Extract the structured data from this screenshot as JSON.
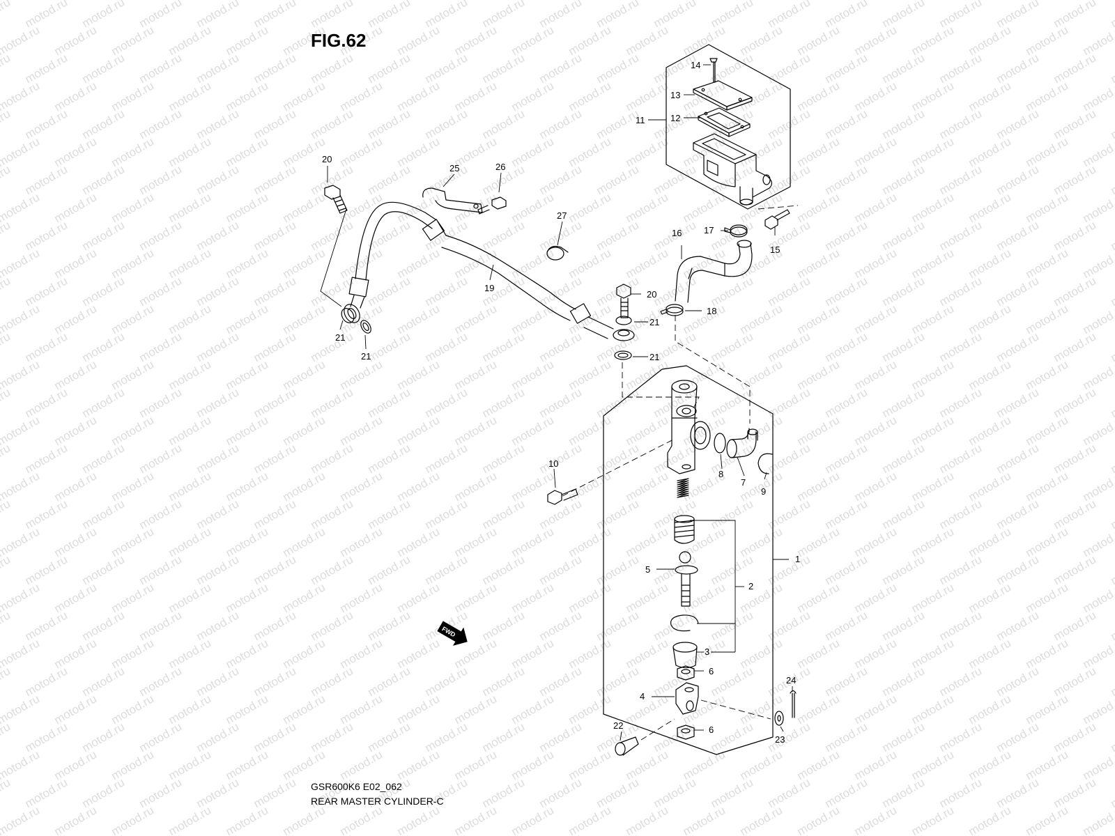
{
  "figure": {
    "title": "FIG.62",
    "model_code": "GSR600K6 E02_062",
    "caption": "REAR MASTER CYLINDER-C"
  },
  "watermark": {
    "text": "motod.ru",
    "color": "#dcdcdc"
  },
  "fwd_marker": {
    "label": "FWD"
  },
  "callouts": [
    "1",
    "2",
    "3",
    "4",
    "5",
    "6",
    "6",
    "7",
    "8",
    "9",
    "10",
    "11",
    "12",
    "13",
    "14",
    "15",
    "16",
    "17",
    "18",
    "19",
    "20",
    "20",
    "21",
    "21",
    "21",
    "21",
    "22",
    "23",
    "24",
    "25",
    "26",
    "27"
  ],
  "colors": {
    "line": "#000000",
    "paper": "#ffffff"
  }
}
